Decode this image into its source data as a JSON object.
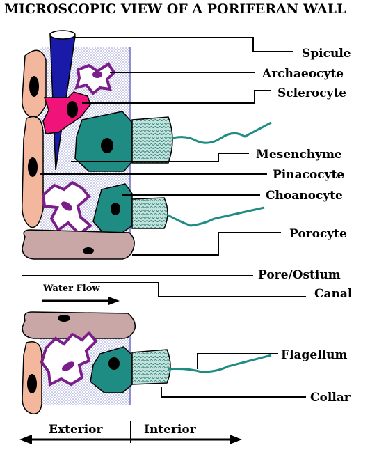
{
  "title": "MICROSCOPIC VIEW OF A PORIFERAN WALL",
  "labels": {
    "spicule": "Spicule",
    "archaeocyte": "Archaeocyte",
    "sclerocyte": "Sclerocyte",
    "mesenchyme": "Mesenchyme",
    "pinacocyte": "Pinacocyte",
    "choanocyte": "Choanocyte",
    "porocyte": "Porocyte",
    "pore": "Pore/Ostium",
    "canal": "Canal",
    "flagellum": "Flagellum",
    "collar": "Collar"
  },
  "water_flow": "Water Flow",
  "axis": {
    "exterior": "Exterior",
    "interior": "Interior"
  },
  "colors": {
    "pinacocyte": "#f2b79c",
    "porocyte": "#c9a7a7",
    "choanocyte": "#1f8c83",
    "collar": "#bfe3dc",
    "archaeocyte": "#7a1f8a",
    "sclerocyte": "#f0147a",
    "spicule": "#1a1aa8",
    "mesenchyme": "#8c8fd8"
  }
}
